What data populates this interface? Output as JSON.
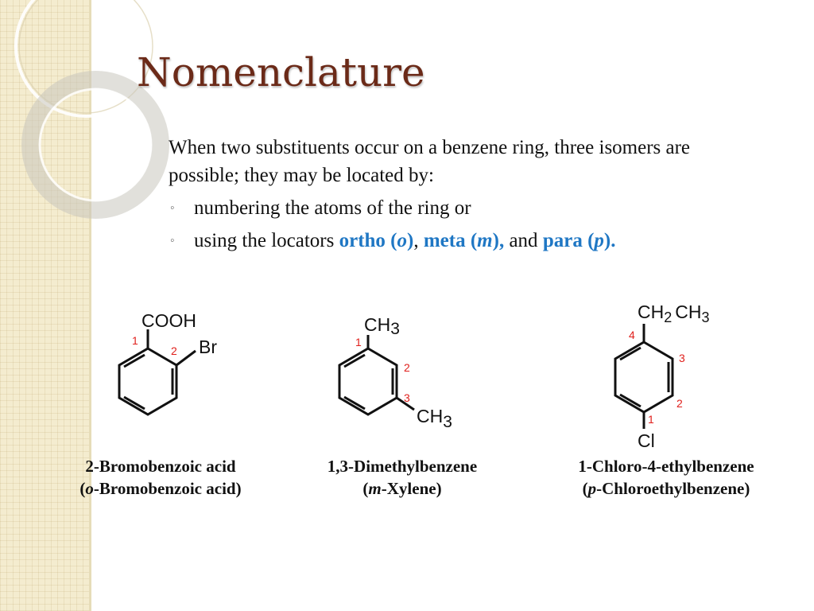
{
  "slide": {
    "title": "Nomenclature",
    "intro": "When two substituents occur on a benzene ring, three isomers are possible; they may be located by:",
    "bullets": {
      "item1": "numbering the atoms of the ring or",
      "item2_prefix": "using the locators ",
      "ortho": "ortho (",
      "ortho_letter": "o",
      "ortho_close": ")",
      "sep1": ", ",
      "meta": "meta (",
      "meta_letter": "m",
      "meta_close": "),",
      "sep2": " and ",
      "para": "para (",
      "para_letter": "p",
      "para_close": ")."
    },
    "bullet_glyph": "◦"
  },
  "molecules": {
    "m1": {
      "group_top": "COOH",
      "group_side": "Br",
      "num1": "1",
      "num2": "2",
      "name_line1": "2-Bromobenzoic acid",
      "name_line2_open": "(",
      "name_line2_letter": "o",
      "name_line2_rest": "-Bromobenzoic acid)"
    },
    "m2": {
      "group_top_main": "CH",
      "group_top_sub": "3",
      "group_side_main": "CH",
      "group_side_sub": "3",
      "num1": "1",
      "num2": "2",
      "num3": "3",
      "name_line1": "1,3-Dimethylbenzene",
      "name_line2_open": "(",
      "name_line2_letter": "m",
      "name_line2_rest": "-Xylene)"
    },
    "m3": {
      "group_top_a": "CH",
      "group_top_sub_a": "2",
      "group_top_b": "CH",
      "group_top_sub_b": "3",
      "group_bottom": "Cl",
      "num1": "1",
      "num2": "2",
      "num3": "3",
      "num4": "4",
      "name_line1": "1-Chloro-4-ethylbenzene",
      "name_line2_open": "(",
      "name_line2_letter": "p",
      "name_line2_rest": "-Chloroethylbenzene)"
    }
  },
  "colors": {
    "title": "#6b2a18",
    "accent": "#1f77c4",
    "locant": "#e0201c",
    "band": "#f4eccf"
  }
}
